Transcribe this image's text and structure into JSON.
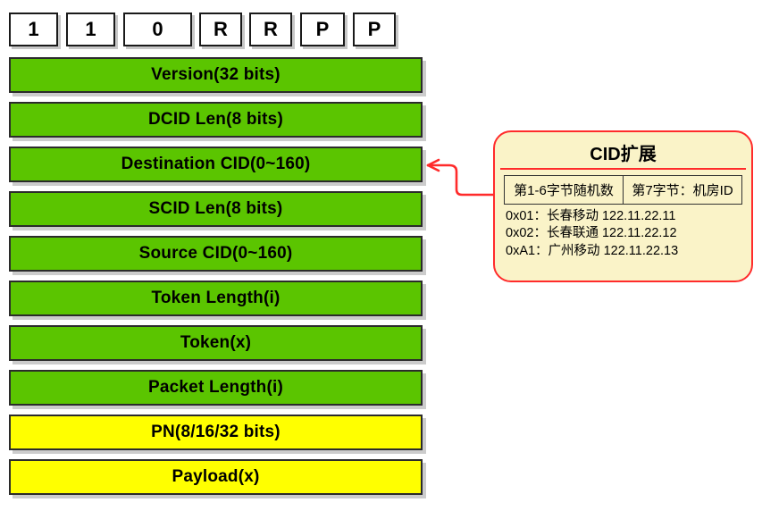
{
  "diagram": {
    "title": "QUIC Long Header Packet Layout with CID Extension",
    "colors": {
      "green": "#5BC500",
      "yellow": "#FFFF00",
      "callout_bg": "#FAF3C8",
      "callout_border": "#FF2B2B",
      "connector": "#FF2B2B",
      "bar_border": "#2B2B2B"
    },
    "header_flags": [
      {
        "label": "1",
        "width": 55
      },
      {
        "label": "1",
        "width": 55
      },
      {
        "label": "0",
        "width": 75
      },
      {
        "label": "R",
        "width": 48
      },
      {
        "label": "R",
        "width": 48
      },
      {
        "label": "P",
        "width": 50
      },
      {
        "label": "P",
        "width": 48
      }
    ],
    "fields": [
      {
        "label": "Version(32 bits)",
        "color": "green"
      },
      {
        "label": "DCID Len(8 bits)",
        "color": "green"
      },
      {
        "label": "Destination CID(0~160)",
        "color": "green"
      },
      {
        "label": "SCID Len(8 bits)",
        "color": "green"
      },
      {
        "label": "Source CID(0~160)",
        "color": "green"
      },
      {
        "label": "Token Length(i)",
        "color": "green"
      },
      {
        "label": "Token(x)",
        "color": "green"
      },
      {
        "label": "Packet Length(i)",
        "color": "green"
      },
      {
        "label": "PN(8/16/32 bits)",
        "color": "yellow"
      },
      {
        "label": "Payload(x)",
        "color": "yellow"
      }
    ],
    "callout": {
      "title": "CID扩展",
      "table_cells": [
        "第1-6字节随机数",
        "第7字节：机房ID"
      ],
      "entries": [
        "0x01：长春移动 122.11.22.11",
        "0x02：长春联通 122.11.22.12",
        "0xA1：广州移动 122.11.22.13"
      ]
    },
    "connector": {
      "from_field": "Destination CID(0~160)",
      "to": "callout",
      "style": "elbow-arrow"
    }
  }
}
